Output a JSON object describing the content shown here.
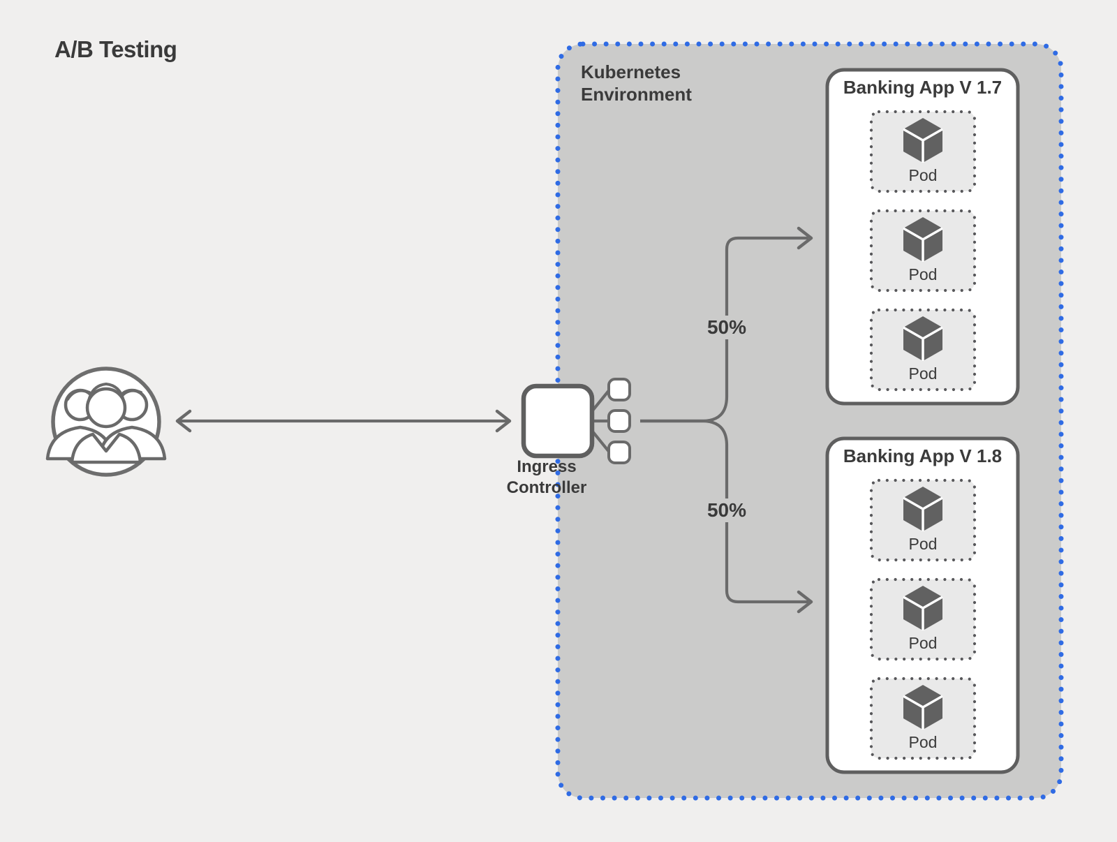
{
  "title": "A/B Testing",
  "users": {
    "icon": "users-group-icon"
  },
  "ingress": {
    "label": "Ingress\nController",
    "icon": "ingress-controller-icon"
  },
  "k8s": {
    "label": "Kubernetes\nEnvironment",
    "apps": [
      {
        "title": "Banking App V 1.7",
        "traffic": "50%",
        "pods": [
          "Pod",
          "Pod",
          "Pod"
        ],
        "pod_icon": "cube-icon"
      },
      {
        "title": "Banking App V 1.8",
        "traffic": "50%",
        "pods": [
          "Pod",
          "Pod",
          "Pod"
        ],
        "pod_icon": "cube-icon"
      }
    ]
  },
  "colors": {
    "canvas_bg": "#f0efee",
    "env_fill": "#cbcbca",
    "accent_blue": "#2f6be4",
    "box_border": "#5f5f5f",
    "line_gray": "#6a6a6a",
    "pod_fill": "#e9e9e9",
    "pod_dot": "#57575a",
    "cube_fill": "#616161",
    "text_dark": "#3a3a3a"
  }
}
